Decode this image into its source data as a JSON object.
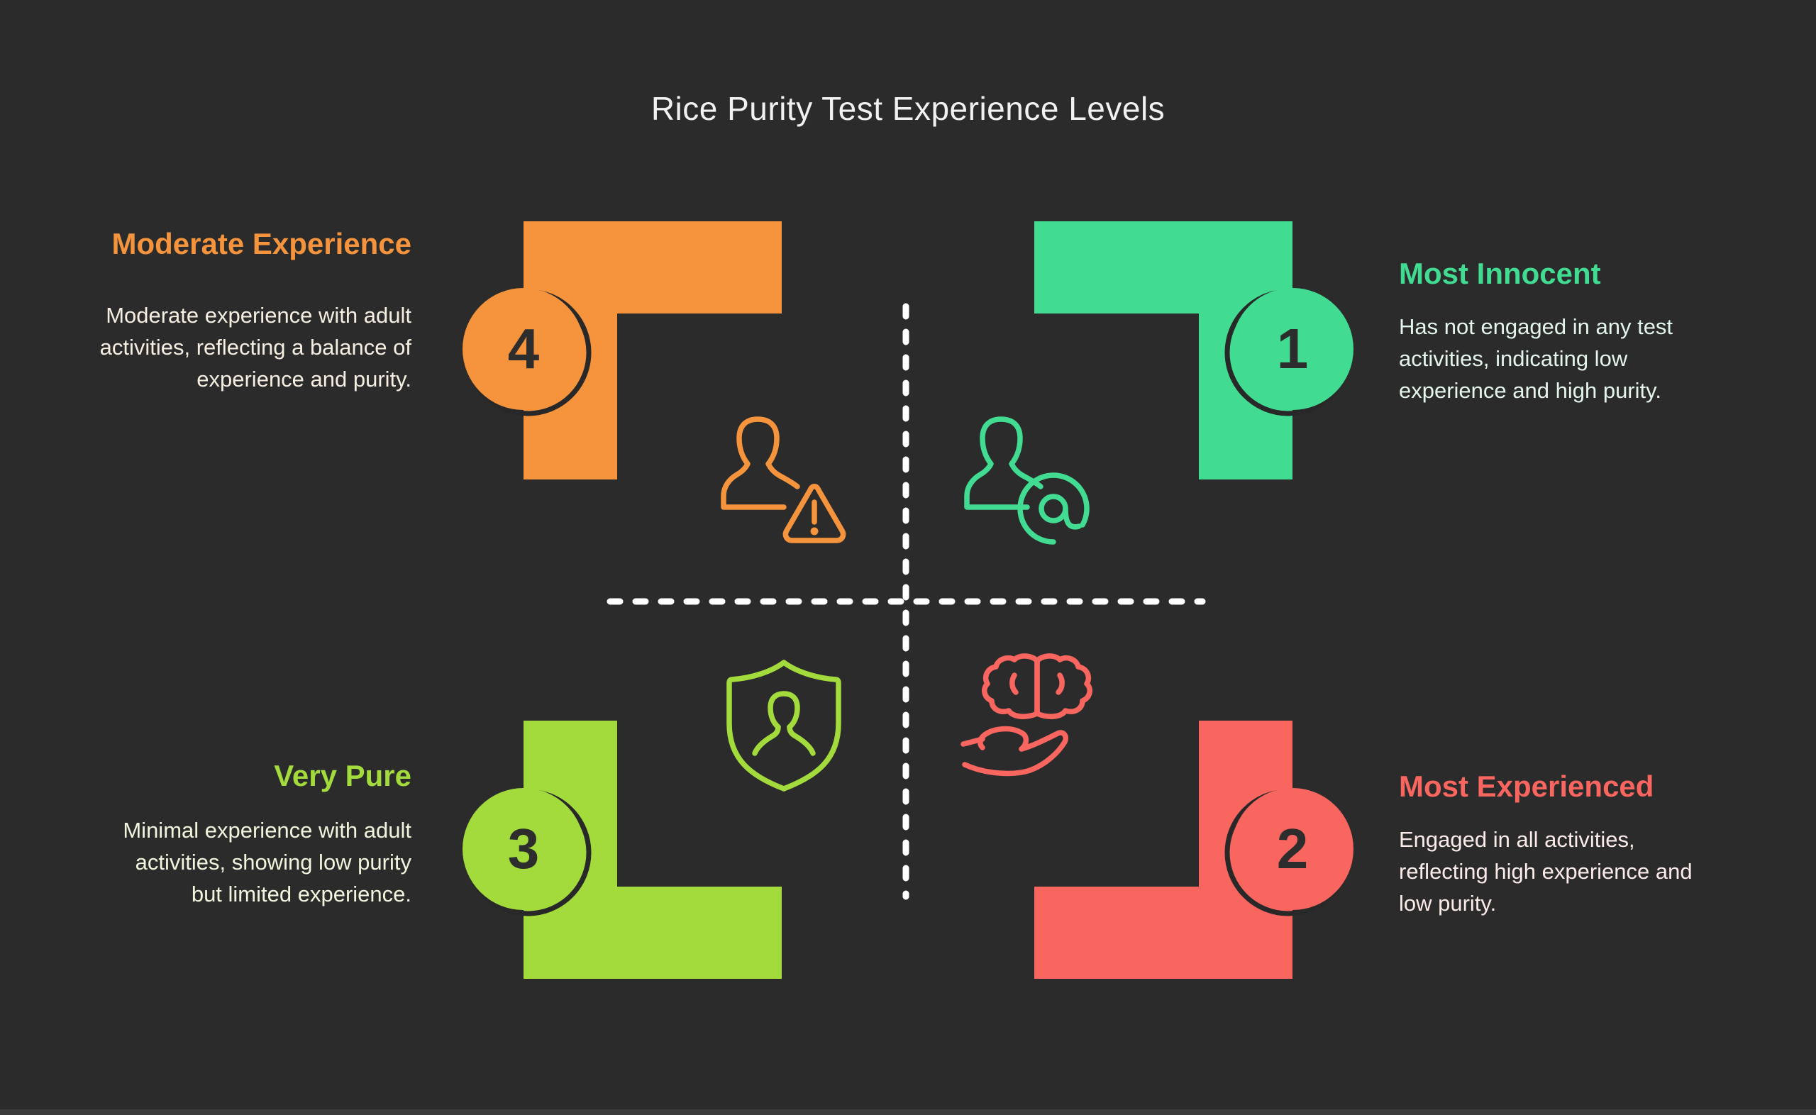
{
  "title": "Rice Purity Test Experience Levels",
  "colors": {
    "background": "#2B2B2B",
    "title_text": "#F1F1F1",
    "orange": "#F5943C",
    "green": "#41DC92",
    "lime": "#A3DB3C",
    "red": "#F9655F",
    "dashed_line": "#FFFFFF",
    "circle_ring": "#282828",
    "number_text": "#2D2D2D"
  },
  "quadrants": [
    {
      "position": "top-left",
      "number": "4",
      "heading": "Moderate Experience",
      "body": "Moderate experience with adult activities, reflecting a balance of experience and purity.",
      "accent": "#F5943C",
      "icon": "person-warning-icon"
    },
    {
      "position": "top-right",
      "number": "1",
      "heading": "Most Innocent",
      "body": "Has not engaged in any test activities, indicating low experience and high purity.",
      "accent": "#41DC92",
      "icon": "person-at-icon"
    },
    {
      "position": "bottom-left",
      "number": "3",
      "heading": "Very Pure",
      "body": "Minimal experience with adult activities, showing low purity but limited experience.",
      "accent": "#A3DB3C",
      "icon": "shield-person-icon"
    },
    {
      "position": "bottom-right",
      "number": "2",
      "heading": "Most Experienced",
      "body": "Engaged in all activities, reflecting high experience and low purity.",
      "accent": "#F9655F",
      "icon": "brain-hand-icon"
    }
  ]
}
